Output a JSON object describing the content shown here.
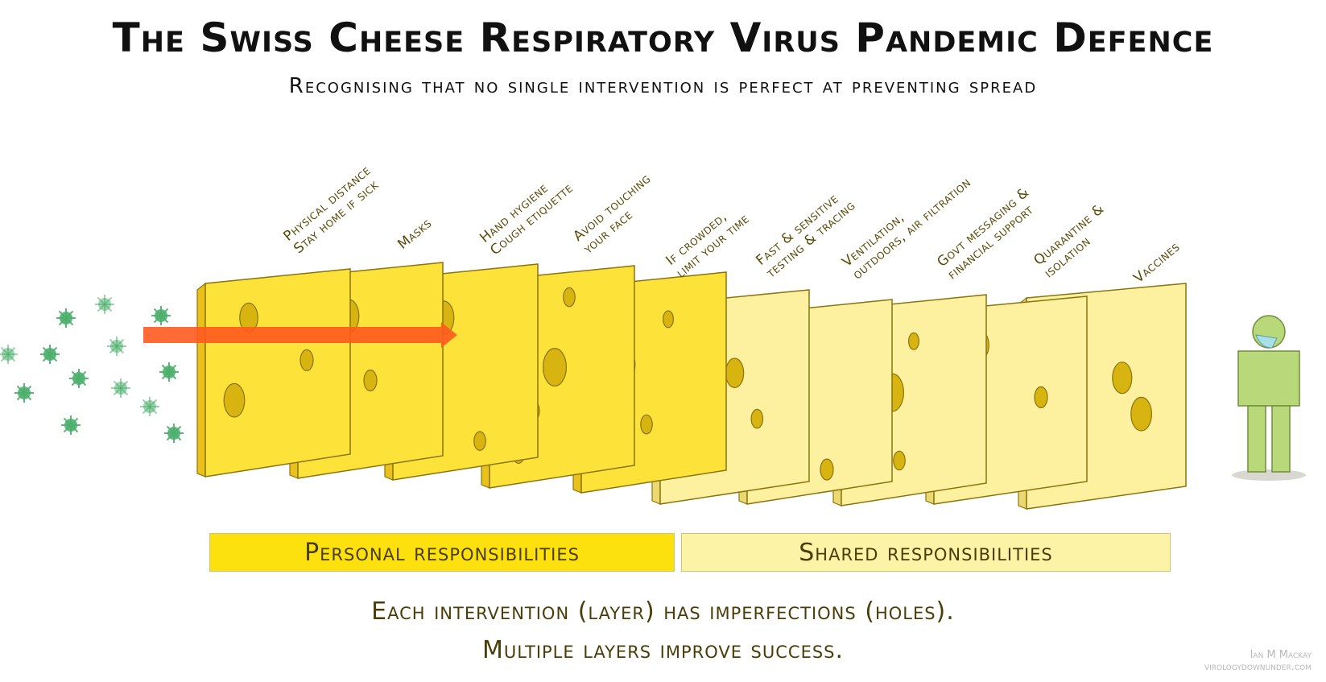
{
  "title": "The Swiss Cheese Respiratory Virus Pandemic Defence",
  "subtitle": "Recognising that no single intervention is perfect at preventing spread",
  "layers": [
    {
      "lines": [
        "Physical distance",
        "Stay home if sick"
      ],
      "group": "personal"
    },
    {
      "lines": [
        "Masks"
      ],
      "group": "personal"
    },
    {
      "lines": [
        "Hand hygiene",
        "Cough etiquette"
      ],
      "group": "personal"
    },
    {
      "lines": [
        "Avoid touching",
        "your face"
      ],
      "group": "personal"
    },
    {
      "lines": [
        "If crowded,",
        "limit your time"
      ],
      "group": "personal"
    },
    {
      "lines": [
        "Fast & sensitive",
        "testing & tracing"
      ],
      "group": "shared"
    },
    {
      "lines": [
        "Ventilation,",
        "outdoors, air filtration"
      ],
      "group": "shared"
    },
    {
      "lines": [
        "Govt messaging &",
        "financial support"
      ],
      "group": "shared"
    },
    {
      "lines": [
        "Quarantine &",
        "isolation"
      ],
      "group": "shared"
    },
    {
      "lines": [
        "Vaccines"
      ],
      "group": "shared"
    }
  ],
  "bands": {
    "personal": "Personal responsibilities",
    "shared": "Shared responsibilities"
  },
  "footer": {
    "line1": "Each intervention (layer) has imperfections (holes).",
    "line2": "Multiple layers improve success."
  },
  "credit": {
    "author": "Ian M Mackay",
    "site": "virologydownunder.com"
  },
  "colors": {
    "personal_cheese": "#fde23a",
    "personal_edge": "#e9c11a",
    "shared_cheese": "#fdf1a0",
    "shared_edge": "#ecd870",
    "hole": "#d7b40f",
    "virus": "#4caf6b",
    "arrow": "#ff5a1f",
    "person": "#b9d87a"
  }
}
